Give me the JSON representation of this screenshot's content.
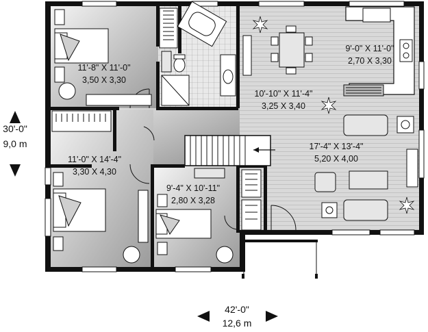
{
  "overall": {
    "depth_imperial": "30'-0\"",
    "depth_metric": "9,0 m",
    "width_imperial": "42'-0\"",
    "width_metric": "12,6 m"
  },
  "rooms": [
    {
      "id": "bedroom-top-left",
      "imperial": "11'-8\" X 11'-0\"",
      "metric": "3,50 X 3,30"
    },
    {
      "id": "dining",
      "imperial": "10'-10\" X 11'-4\"",
      "metric": "3,25 X 3,40"
    },
    {
      "id": "kitchen",
      "imperial": "9'-0\" X 11'-0\"",
      "metric": "2,70 X 3,30"
    },
    {
      "id": "living",
      "imperial": "17'-4\" X 13'-4\"",
      "metric": "5,20 X 4,00"
    },
    {
      "id": "bedroom-bottom-left",
      "imperial": "11'-0\" X 14'-4\"",
      "metric": "3,30 X 4,30"
    },
    {
      "id": "bedroom-bottom-middle",
      "imperial": "9'-4\" X 10'-11\"",
      "metric": "2,80 X 3,28"
    }
  ]
}
